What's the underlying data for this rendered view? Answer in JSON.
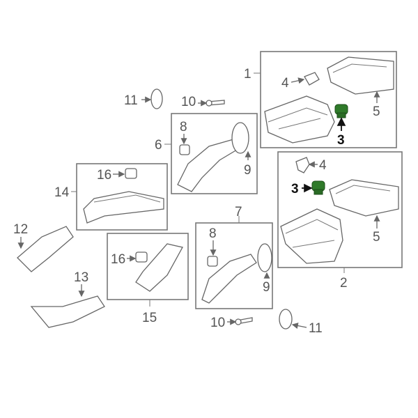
{
  "colors": {
    "highlight_part": "#2f7a2a",
    "highlight_label": "#111111",
    "label": "#555555"
  },
  "callouts": {
    "c1": "1",
    "c2": "2",
    "c3a": "3",
    "c3b": "3",
    "c4a": "4",
    "c4b": "4",
    "c5a": "5",
    "c5b": "5",
    "c6": "6",
    "c7": "7",
    "c8a": "8",
    "c8b": "8",
    "c9a": "9",
    "c9b": "9",
    "c10a": "10",
    "c10b": "10",
    "c11a": "11",
    "c11b": "11",
    "c12": "12",
    "c13": "13",
    "c14": "14",
    "c15": "15",
    "c16a": "16",
    "c16b": "16"
  }
}
